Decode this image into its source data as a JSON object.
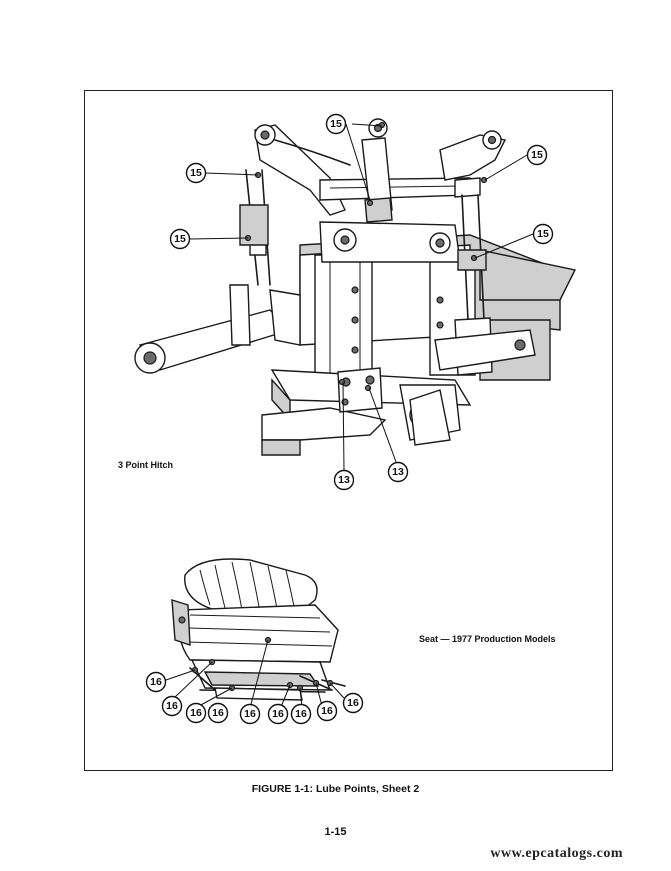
{
  "labels": {
    "hitch": "3 Point Hitch",
    "seat": "Seat — 1977 Production Models"
  },
  "caption": "FIGURE 1-1: Lube Points, Sheet 2",
  "page_number": "1-15",
  "watermark": "www.epcatalogs.com",
  "callouts": {
    "c15a": "15",
    "c15b": "15",
    "c15c": "15",
    "c15d": "15",
    "c15e": "15",
    "c13a": "13",
    "c13b": "13",
    "c16a": "16",
    "c16b": "16",
    "c16c": "16",
    "c16d": "16",
    "c16e": "16",
    "c16f": "16",
    "c16g": "16",
    "c16h": "16"
  }
}
